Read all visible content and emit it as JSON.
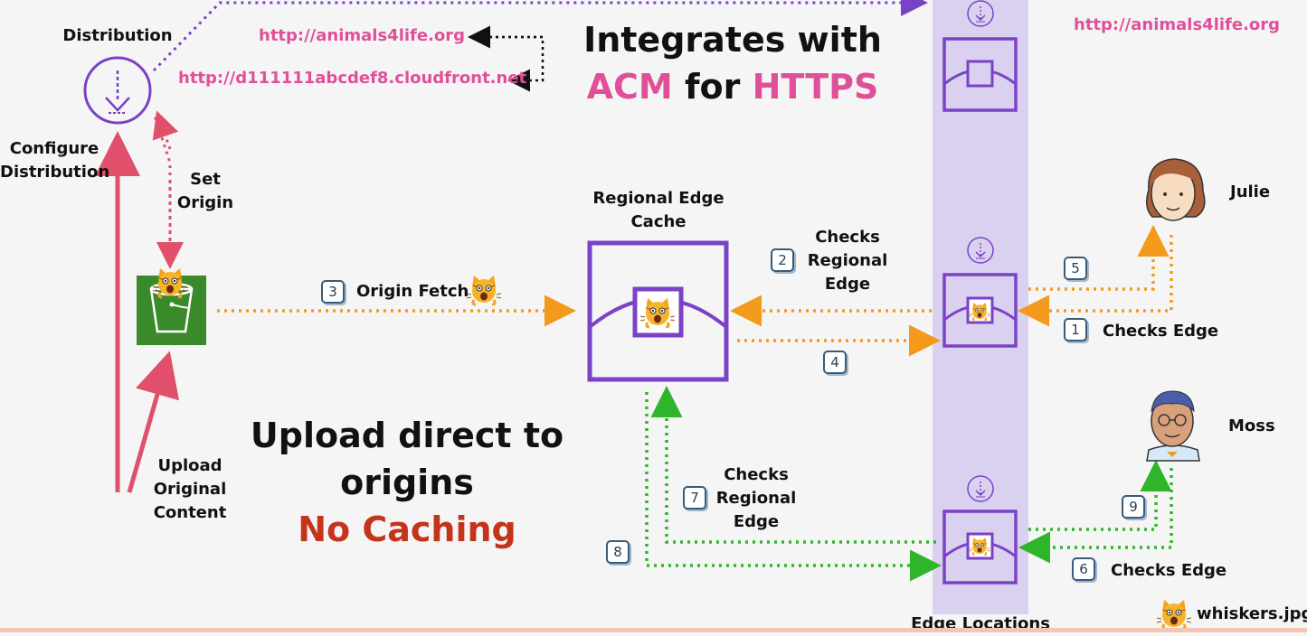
{
  "colors": {
    "purple": "#7a42c6",
    "pink": "#e0509a",
    "orange": "#f39a1c",
    "green": "#2fb52a",
    "red_arrow": "#e0506a",
    "edge_column": "#d9d1ef",
    "s3_green": "#3a8a2c",
    "no_caching_red": "#c4331a"
  },
  "labels": {
    "distribution": "Distribution",
    "configure_distribution_1": "Configure",
    "configure_distribution_2": "Distribution",
    "set_origin_1": "Set",
    "set_origin_2": "Origin",
    "upload_1": "Upload",
    "upload_2": "Original",
    "upload_3": "Content",
    "origin_fetch": "Origin Fetch",
    "regional_edge_cache_1": "Regional Edge",
    "regional_edge_cache_2": "Cache",
    "checks_regional_edge_top_1": "Checks",
    "checks_regional_edge_top_2": "Regional",
    "checks_regional_edge_top_3": "Edge",
    "checks_regional_edge_bottom_1": "Checks",
    "checks_regional_edge_bottom_2": "Regional",
    "checks_regional_edge_bottom_3": "Edge",
    "checks_edge_julie": "Checks Edge",
    "checks_edge_moss": "Checks Edge",
    "julie": "Julie",
    "moss": "Moss",
    "edge_locations": "Edge Locations",
    "whiskers": "whiskers.jpg"
  },
  "urls": {
    "custom_domain_left": "http://animals4life.org",
    "cloudfront_domain": "http://d111111abcdef8.cloudfront.net",
    "custom_domain_right": "http://animals4life.org"
  },
  "headline": {
    "line1": "Integrates with",
    "acm": "ACM",
    "for": "for",
    "https": "HTTPS"
  },
  "upload_note": {
    "line1": "Upload direct to",
    "line2": "origins",
    "line3": "No Caching"
  },
  "steps": {
    "s1": "1",
    "s2": "2",
    "s3": "3",
    "s4": "4",
    "s5": "5",
    "s6": "6",
    "s7": "7",
    "s8": "8",
    "s9": "9"
  },
  "icons": {
    "cat": "cat-face-emoji",
    "distribution": "cloudfront-distribution-icon",
    "bucket": "s3-bucket-icon",
    "edge": "edge-location-icon",
    "regional": "regional-edge-cache-icon",
    "person": "person-avatar-icon"
  }
}
